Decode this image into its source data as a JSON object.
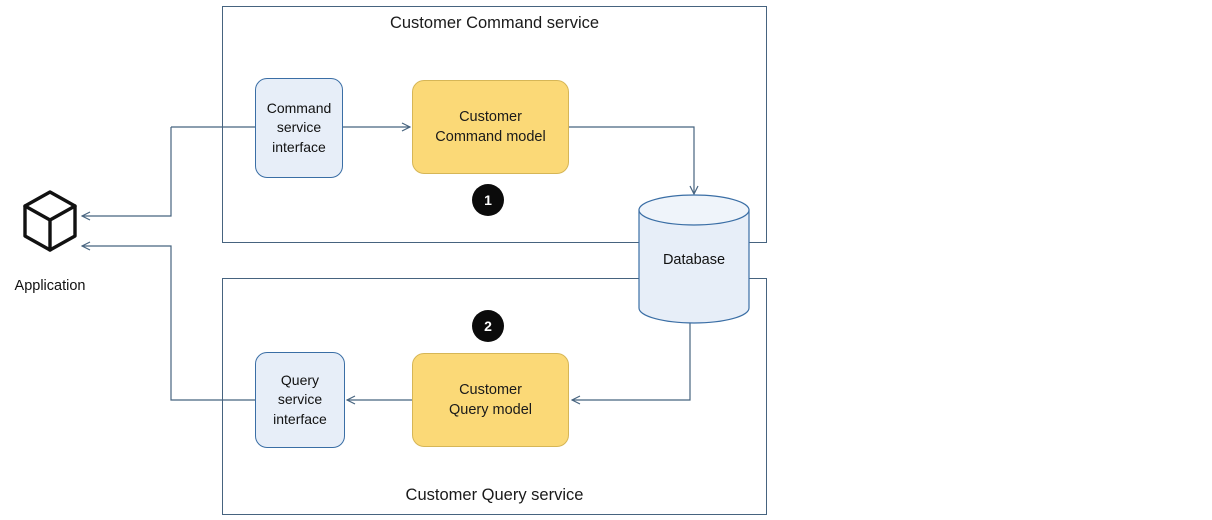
{
  "diagram": {
    "title_top": "Customer Command service",
    "title_bottom": "Customer Query service",
    "colors": {
      "container_border": "#46637f",
      "interface_fill": "#e7eef8",
      "interface_border": "#3a6ea5",
      "model_fill": "#fbd977",
      "model_border": "#d6b656",
      "badge_fill": "#0b0b0b",
      "badge_text": "#ffffff",
      "line": "#46637f",
      "icon_stroke": "#111111"
    },
    "command_service": {
      "title": "Customer Command service",
      "interface": {
        "line1": "Command",
        "line2": "service",
        "line3": "interface"
      },
      "model": {
        "line1": "Customer",
        "line2": "Command  model"
      },
      "badge": "1"
    },
    "query_service": {
      "title": "Customer Query service",
      "interface": {
        "line1": "Query",
        "line2": "service",
        "line3": "interface"
      },
      "model": {
        "line1": "Customer",
        "line2": "Query model"
      },
      "badge": "2"
    },
    "database": {
      "label": "Database",
      "icon": "database-cylinder-icon"
    },
    "application": {
      "label": "Application",
      "icon": "cube-3d-icon"
    }
  }
}
